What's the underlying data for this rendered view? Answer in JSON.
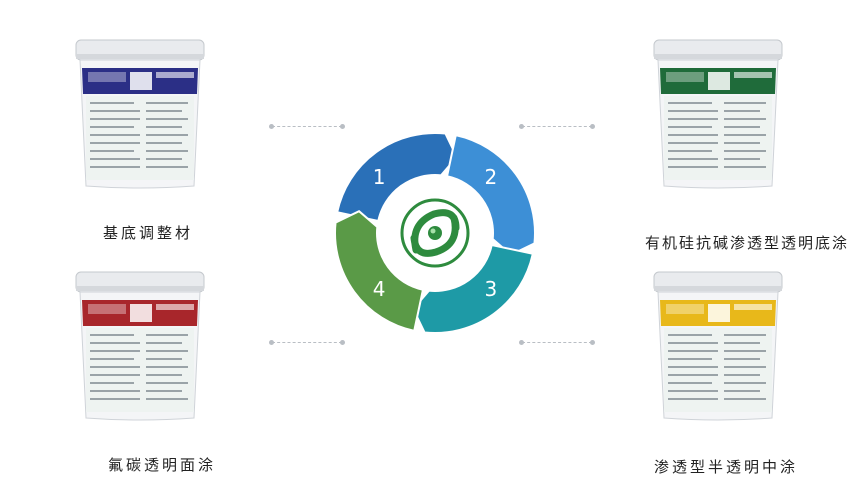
{
  "products": [
    {
      "id": "base",
      "name": "基底调整材",
      "band": "#2b2f86",
      "icon": "paint-bucket-icon"
    },
    {
      "id": "primer",
      "name": "有机硅抗碱渗透型透明底涂",
      "band": "#1f6b3a",
      "icon": "paint-bucket-icon"
    },
    {
      "id": "top",
      "name": "氟碳透明面涂",
      "band": "#a8262b",
      "icon": "paint-bucket-icon"
    },
    {
      "id": "mid",
      "name": "渗透型半透明中涂",
      "band": "#e8b81a",
      "icon": "paint-bucket-icon"
    }
  ],
  "cycle": {
    "steps": [
      "1",
      "2",
      "3",
      "4"
    ],
    "colors": [
      "#2a70b8",
      "#3d8fd6",
      "#1e9aa6",
      "#5a9a47"
    ],
    "logo_color": "#2e8b3e",
    "icon": "company-logo-icon"
  }
}
